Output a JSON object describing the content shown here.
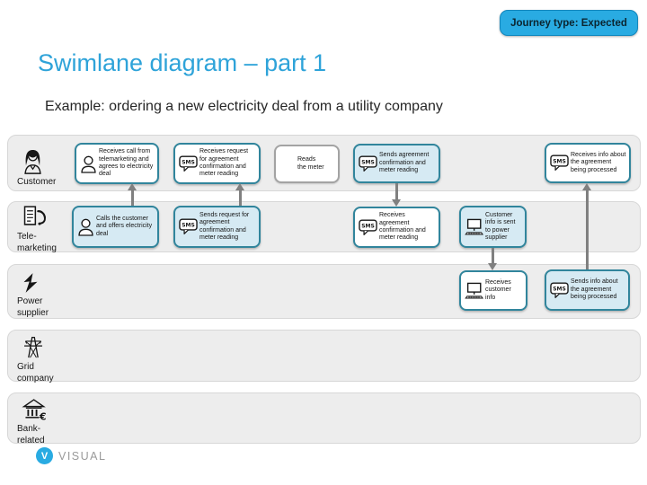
{
  "page": {
    "badge": "Journey type: Expected",
    "title": "Swimlane diagram – part 1",
    "subtitle": "Example: ordering a new electricity deal from a utility company"
  },
  "logo": {
    "initial": "V",
    "text": "VISUAL"
  },
  "colors": {
    "accent_blue": "#29abe2",
    "title_blue": "#2ea3d9",
    "box_border_teal": "#31859c",
    "box_fill_active": "#d6eaf3",
    "box_fill_plain": "#ffffff",
    "neutral_border": "#a3a3a3",
    "lane_fill": "#ededed",
    "arrow_gray": "#808080"
  },
  "lanes": [
    {
      "id": "customer",
      "label": "Customer",
      "icon": "customer-icon"
    },
    {
      "id": "telemarketing",
      "label": "Tele-\nmarketing",
      "icon": "telemarketing-icon"
    },
    {
      "id": "power-supplier",
      "label": "Power\nsupplier",
      "icon": "lightning-icon"
    },
    {
      "id": "grid-company",
      "label": "Grid\ncompany",
      "icon": "pylon-icon"
    },
    {
      "id": "bank-related",
      "label": "Bank-\nrelated",
      "icon": "bank-icon"
    }
  ],
  "boxes": [
    {
      "id": "c1",
      "lane": "customer",
      "icon": "person-icon",
      "variant": "plain",
      "text": "Receives call from telemarketing and agrees to electricity deal"
    },
    {
      "id": "c2",
      "lane": "customer",
      "icon": "sms-icon",
      "variant": "plain",
      "text": "Receives request for agreement confirmation and meter reading"
    },
    {
      "id": "c3",
      "lane": "customer",
      "icon": "",
      "variant": "neutral",
      "text": "Reads\nthe meter"
    },
    {
      "id": "c4",
      "lane": "customer",
      "icon": "sms-icon",
      "variant": "active",
      "text": "Sends agreement confirmation and meter reading"
    },
    {
      "id": "c5",
      "lane": "customer",
      "icon": "sms-icon",
      "variant": "plain",
      "text": "Receives info about the agreement being processed"
    },
    {
      "id": "t1",
      "lane": "telemarketing",
      "icon": "person-icon",
      "variant": "active",
      "text": "Calls the customer and offers electricity deal"
    },
    {
      "id": "t2",
      "lane": "telemarketing",
      "icon": "sms-icon",
      "variant": "active",
      "text": "Sends request for agreement confirmation and meter reading"
    },
    {
      "id": "t3",
      "lane": "telemarketing",
      "icon": "sms-icon",
      "variant": "plain",
      "text": "Receives agreement confirmation and meter reading"
    },
    {
      "id": "t4",
      "lane": "telemarketing",
      "icon": "computer-icon",
      "variant": "active",
      "text": "Customer info is sent to power supplier"
    },
    {
      "id": "p1",
      "lane": "power-supplier",
      "icon": "computer-icon",
      "variant": "plain",
      "text": "Receives customer info"
    },
    {
      "id": "p2",
      "lane": "power-supplier",
      "icon": "sms-icon",
      "variant": "active",
      "text": "Sends info about the agreement being processed"
    }
  ],
  "connections": [
    {
      "from": "t1",
      "to": "c1",
      "dir": "up"
    },
    {
      "from": "t2",
      "to": "c2",
      "dir": "up"
    },
    {
      "from": "c4",
      "to": "t3",
      "dir": "down"
    },
    {
      "from": "t4",
      "to": "p1",
      "dir": "down"
    },
    {
      "from": "p2",
      "to": "c5",
      "dir": "up"
    }
  ]
}
